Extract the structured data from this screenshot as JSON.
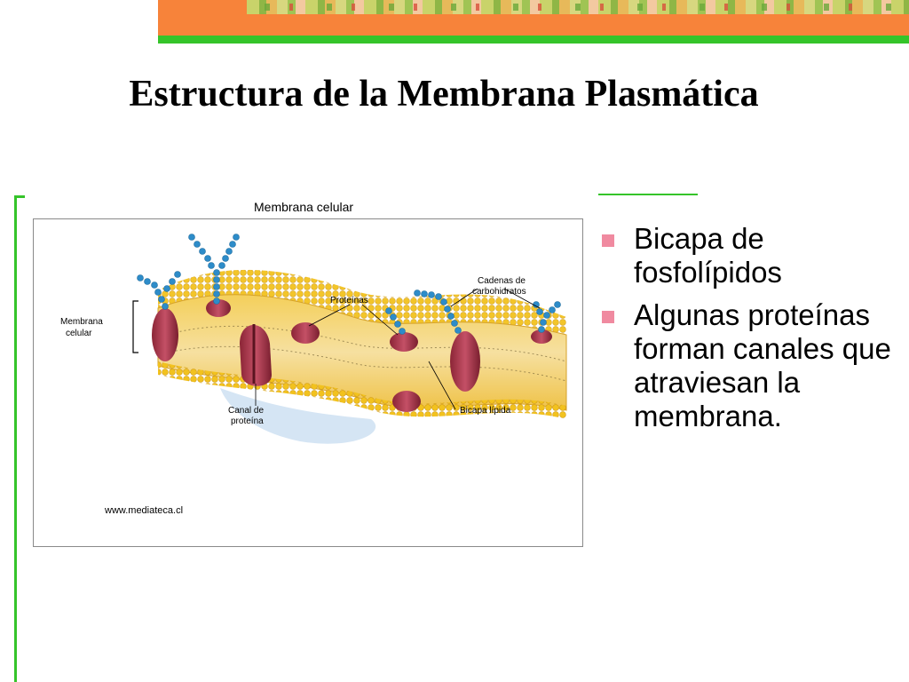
{
  "slide": {
    "title": "Estructura de la Membrana Plasmática",
    "accent_colors": {
      "banner": "#f7833a",
      "green": "#35c42a",
      "bullet": "#f08aa0"
    }
  },
  "figure": {
    "caption": "Membrana celular",
    "source": "www.mediateca.cl",
    "labels": {
      "membrane": "Membrana\ncelular",
      "proteins": "Proteínas",
      "carbohydrates": "Cadenas de\ncarbohidratos",
      "channel": "Canal de\nproteína",
      "bilayer": "Bicapa lípida"
    }
  },
  "bullets": [
    {
      "text": "Bicapa de fosfolípidos"
    },
    {
      "text": "Algunas proteínas forman canales que atraviesan la membrana."
    }
  ]
}
